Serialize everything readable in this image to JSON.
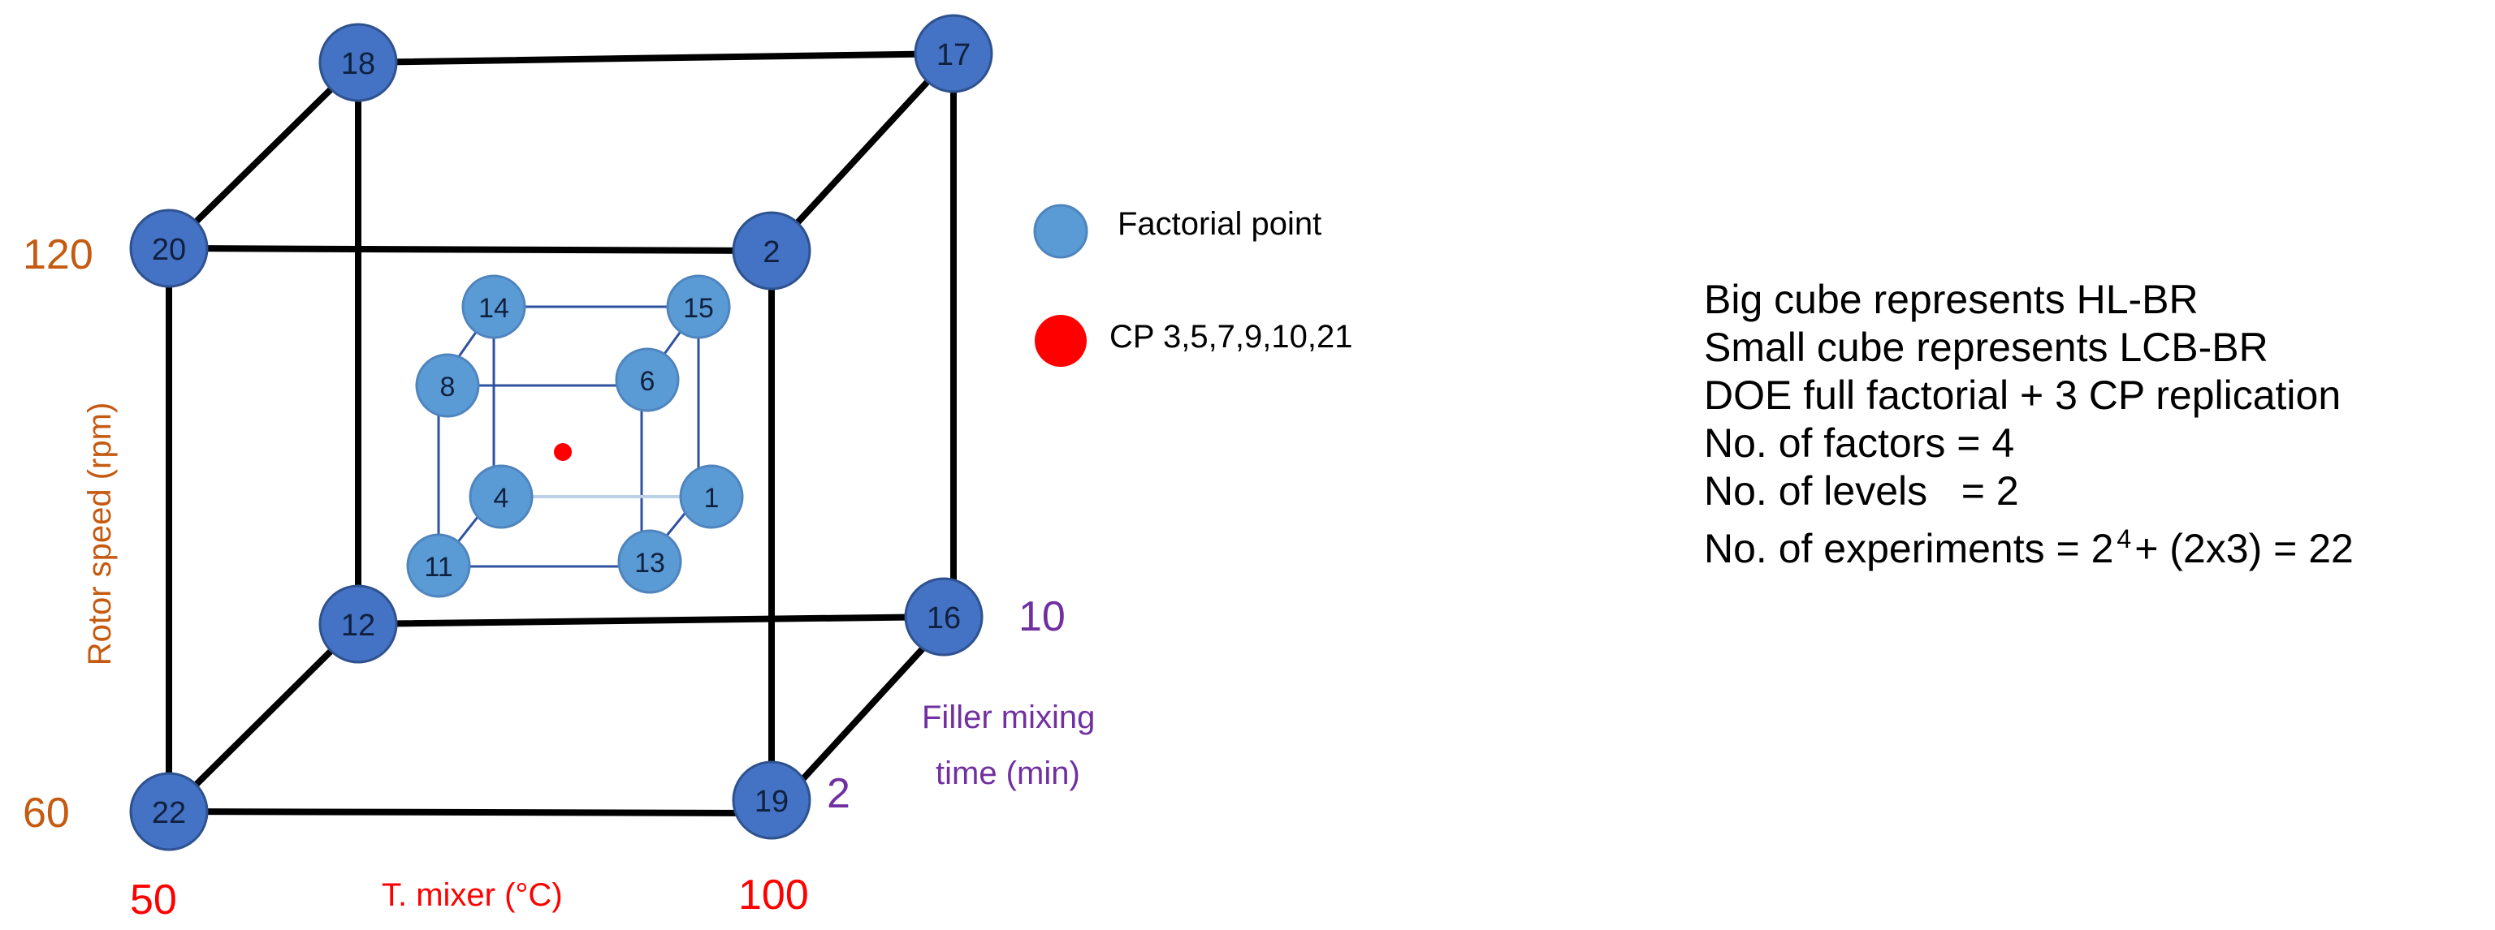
{
  "colors": {
    "big_node": "#4472c4",
    "small_node": "#5b9bd5",
    "center_point": "#ff0000",
    "orange": "#c55a11",
    "purple": "#7030a0",
    "red": "#ff0000"
  },
  "big_cube_nodes": {
    "n18": "18",
    "n17": "17",
    "n20": "20",
    "n2": "2",
    "n12": "12",
    "n16": "16",
    "n22": "22",
    "n19": "19"
  },
  "small_cube_nodes": {
    "n14": "14",
    "n15": "15",
    "n8": "8",
    "n6": "6",
    "n4": "4",
    "n1": "1",
    "n11": "11",
    "n13": "13"
  },
  "axes": {
    "rotor_speed": {
      "label": "Rotor speed (rpm)",
      "high": "120",
      "low": "60"
    },
    "t_mixer": {
      "label": "T. mixer (°C)",
      "low": "50",
      "high": "100"
    },
    "filler_time": {
      "label_line1": "Filler mixing",
      "label_line2": "time (min)",
      "high": "10",
      "low": "2"
    }
  },
  "legend": {
    "factorial": "Factorial point",
    "cp": "CP 3,5,7,9,10,21"
  },
  "info": {
    "line1": "Big cube represents HL-BR",
    "line2": "Small cube represents LCB-BR",
    "line3": "DOE full factorial + 3 CP replication",
    "line4": "No. of factors = 4",
    "line5": "No. of levels   = 2",
    "line6_pre": "No. of experiments = 2",
    "line6_sup": "4",
    "line6_post": "+ (2x3) = 22"
  }
}
